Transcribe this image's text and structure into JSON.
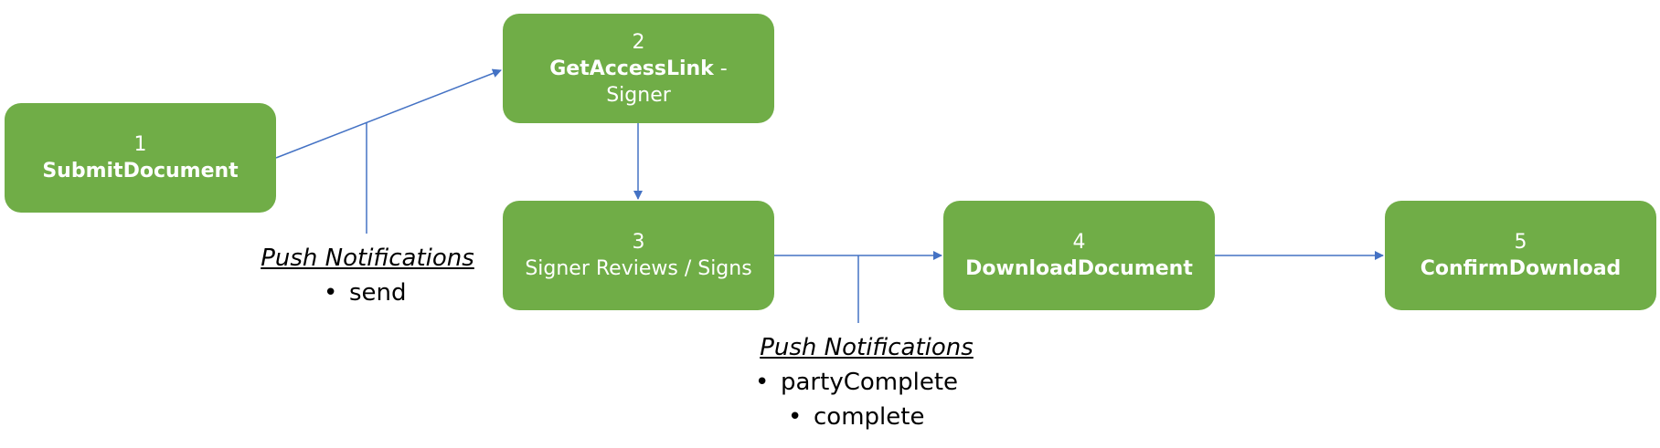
{
  "steps": [
    {
      "number": "1",
      "name": "SubmitDocument"
    },
    {
      "number": "2",
      "name": "GetAccessLink",
      "suffix": " -",
      "line2": "Signer"
    },
    {
      "number": "3",
      "text": "Signer Reviews / Signs"
    },
    {
      "number": "4",
      "name": "DownloadDocument"
    },
    {
      "number": "5",
      "name": "ConfirmDownload"
    }
  ],
  "notifications": [
    {
      "title": "Push Notifications",
      "events": [
        "send"
      ]
    },
    {
      "title": "Push Notifications",
      "events": [
        "partyComplete",
        "complete"
      ]
    }
  ],
  "colors": {
    "box_fill": "#70ad47",
    "box_text": "#ffffff",
    "connector": "#4472c4"
  }
}
